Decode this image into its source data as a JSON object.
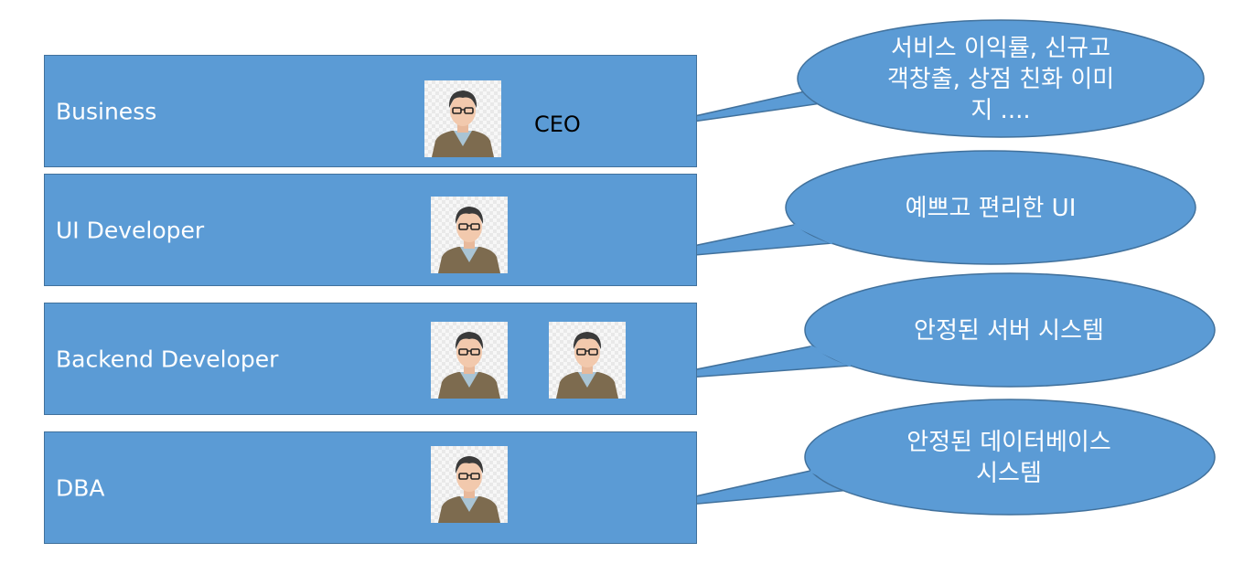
{
  "rows": [
    {
      "label": "Business",
      "role_tag": "CEO"
    },
    {
      "label": "UI Developer"
    },
    {
      "label": "Backend Developer"
    },
    {
      "label": "DBA"
    }
  ],
  "bubbles": [
    {
      "text": "서비스 이익률, 신규고\n객창출, 상점 친화 이미\n지 ...."
    },
    {
      "text": "예쁘고 편리한 UI"
    },
    {
      "text": "안정된 서버 시스템"
    },
    {
      "text": "안정된 데이터베이스\n시스템"
    }
  ],
  "colors": {
    "fill": "#5b9bd5",
    "stroke": "#41719c",
    "text": "#ffffff"
  },
  "icons": [
    "person-avatar-icon"
  ]
}
